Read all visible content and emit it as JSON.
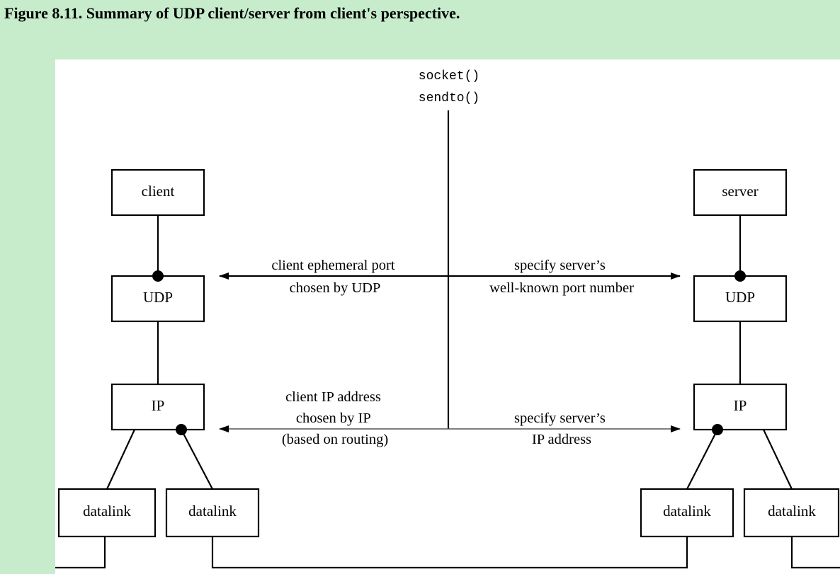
{
  "caption": "Figure 8.11. Summary of UDP client/server from client's perspective.",
  "calls": [
    "socket()",
    "sendto()"
  ],
  "client": {
    "app": "client",
    "transport": "UDP",
    "network": "IP",
    "datalink_left": "datalink",
    "datalink_right": "datalink"
  },
  "server": {
    "app": "server",
    "transport": "UDP",
    "network": "IP",
    "datalink_left": "datalink",
    "datalink_right": "datalink"
  },
  "annotations": {
    "client_port": [
      "client ephemeral port",
      "chosen by UDP"
    ],
    "server_port": [
      "specify server’s",
      "well-known port number"
    ],
    "client_ip": [
      "client IP address",
      "chosen by IP",
      "(based on routing)"
    ],
    "server_ip": [
      "specify server’s",
      "IP address"
    ]
  }
}
